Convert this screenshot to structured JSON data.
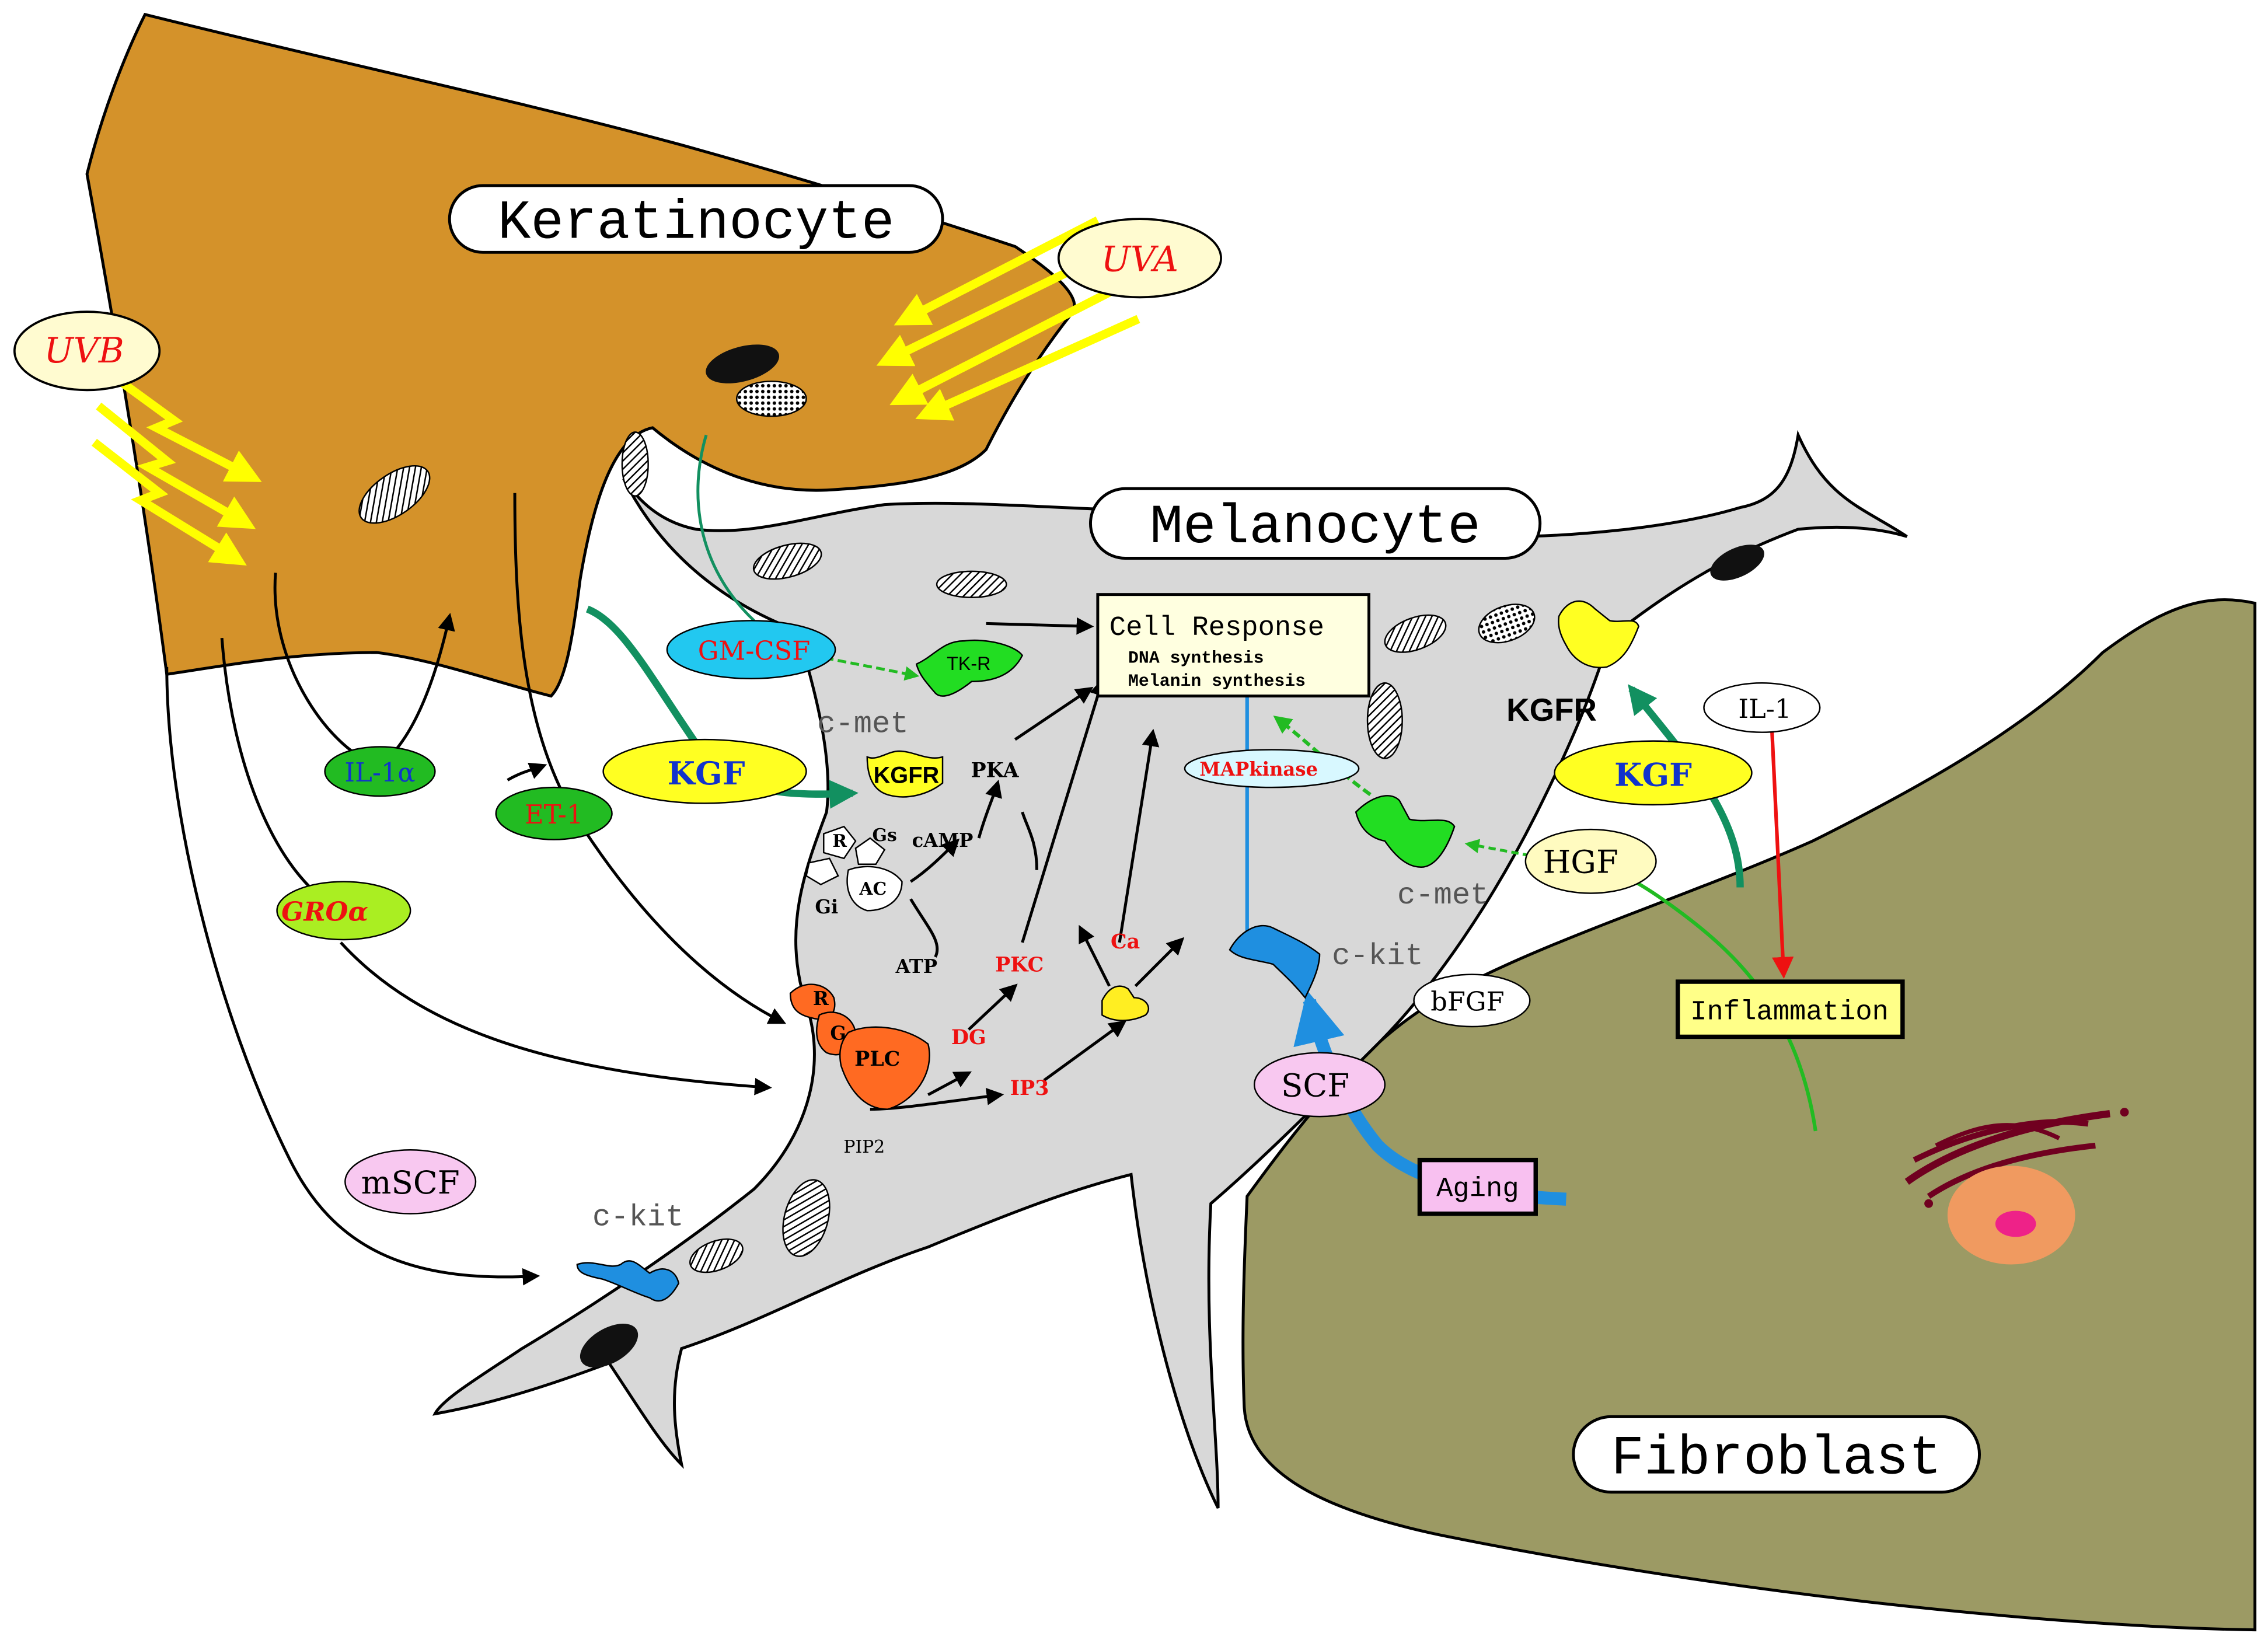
{
  "colors": {
    "keratinocyte": "#d4922a",
    "melanocyte": "#d8d8d8",
    "fibroblast": "#9c9a64",
    "uv_yellow": "#ffff00",
    "receptor_green": "#22dd22",
    "receptor_yellow": "#ffff22",
    "ckit_blue": "#1f8fe0",
    "plc_orange": "#ff6a22",
    "pathway_green": "#129060",
    "inflammation_red": "#ee1111"
  },
  "cells": {
    "keratinocyte": "Keratinocyte",
    "melanocyte": "Melanocyte",
    "fibroblast": "Fibroblast"
  },
  "radiation": {
    "uva": "UVA",
    "uvb": "UVB"
  },
  "factors": {
    "il1a": "IL-1α",
    "et1": "ET-1",
    "gro": "GROα",
    "mscf": "mSCF",
    "gmcsf": "GM-CSF",
    "kgf_left": "KGF",
    "kgf_right": "KGF",
    "hgf": "HGF",
    "il1": "IL-1",
    "bfgf": "bFGF",
    "scf": "SCF"
  },
  "receptors": {
    "tkr": "TK-R",
    "kgfr_center": "KGFR",
    "kgfr_right": "KGFR",
    "cmet_center": "c-met",
    "cmet_right": "c-met",
    "ckit_bottom": "c-kit",
    "ckit_right": "c-kit"
  },
  "signaling": {
    "r_top": "R",
    "gs": "Gs",
    "ac": "AC",
    "gi": "Gi",
    "camp": "cAMP",
    "atp": "ATP",
    "pka": "PKA",
    "r_plc": "R",
    "g_plc": "G",
    "plc": "PLC",
    "pip2": "PIP2",
    "dg": "DG",
    "ip3": "IP3",
    "pkc": "PKC",
    "ca": "Ca",
    "mapk": "MAPkinase"
  },
  "response": {
    "title": "Cell Response",
    "line1": "DNA synthesis",
    "line2": "Melanin synthesis"
  },
  "boxes": {
    "inflammation": "Inflammation",
    "aging": "Aging"
  }
}
